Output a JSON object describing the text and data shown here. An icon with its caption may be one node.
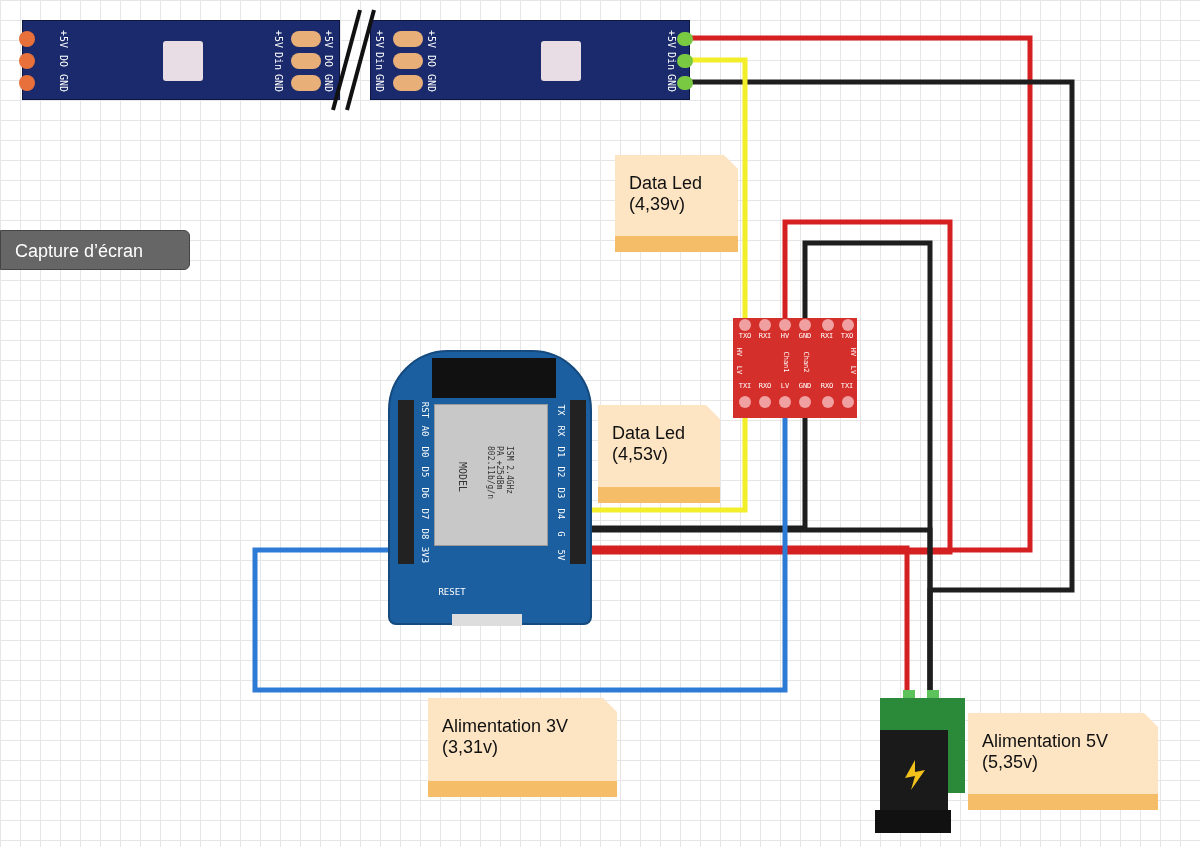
{
  "diagram": {
    "nodes": [
      {
        "text": [
          "+5V",
          "DO",
          "GND",
          "+5V",
          "Din",
          "GND",
          "+5V",
          "DO",
          "GND"
        ]
      },
      {
        "text": [
          "+5V",
          "Din",
          "GND",
          "+5V",
          "DO",
          "GND",
          "+5V",
          "Din",
          "GND"
        ]
      },
      {
        "text": [
          "Data Led (4,39v)"
        ]
      },
      {
        "text": [
          "TXO",
          "RXI",
          "HV",
          "GND",
          "RXI",
          "TXO",
          "HV",
          "HV",
          "Chan1",
          "Chan2",
          "LV",
          "LV",
          "TXI",
          "RXO",
          "LV",
          "GND",
          "RXO",
          "TXI"
        ]
      },
      {
        "text": [
          "Data Led (4,53v)"
        ]
      },
      {
        "text": [
          "RST",
          "A0",
          "D0",
          "D5",
          "D6",
          "D7",
          "D8",
          "3V3",
          "TX",
          "RX",
          "D1",
          "D2",
          "D3",
          "D4",
          "G",
          "5V",
          "MODEL",
          "ISM 2.4GHz PA +25dBm 802.11b/g/n",
          "RESET"
        ]
      },
      {
        "text": [],
        "shape": "picture"
      },
      {
        "text": [
          "Alimentation 3V (3,31v)"
        ]
      },
      {
        "text": [
          "Alimentation 5V (5,35v)"
        ]
      }
    ],
    "edges": [
      {
        "from": 1,
        "to": 5,
        "arrow": "none",
        "color": "#d42020"
      },
      {
        "from": 6,
        "to": 5,
        "arrow": "none",
        "color": "#d42020"
      },
      {
        "from": 3,
        "to": 5,
        "arrow": "none",
        "color": "#d42020"
      },
      {
        "from": 1,
        "to": 6,
        "arrow": "none",
        "color": "#1e1e1e"
      },
      {
        "from": 5,
        "to": 6,
        "arrow": "none",
        "color": "#1e1e1e"
      },
      {
        "from": 3,
        "to": 6,
        "arrow": "none",
        "color": "#1e1e1e"
      },
      {
        "from": 3,
        "to": 5,
        "arrow": "none",
        "color": "#1e1e1e"
      },
      {
        "from": 1,
        "to": 3,
        "arrow": "none",
        "color": "#f2ee2a"
      },
      {
        "from": 3,
        "to": 5,
        "arrow": "none",
        "color": "#f2ee2a"
      },
      {
        "from": 5,
        "to": 3,
        "arrow": "none",
        "color": "#2e7bd6"
      }
    ],
    "labels": [
      "Capture d’écran"
    ]
  }
}
